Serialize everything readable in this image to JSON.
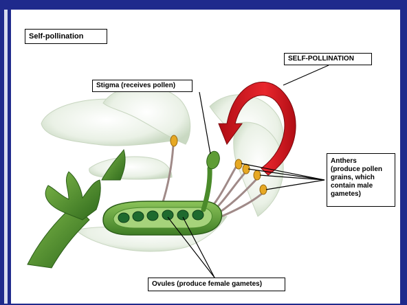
{
  "title": "Self-pollination",
  "labels": {
    "self_pollination": "SELF-POLLINATION",
    "stigma": "Stigma (receives pollen)",
    "anthers": [
      "Anthers",
      "(produce pollen",
      "grains, which",
      "contain male",
      "gametes)"
    ],
    "ovules": "Ovules (produce female gametes)"
  },
  "colors": {
    "frame": "#1f2a8c",
    "arrow": "#d9141b",
    "petal": "#e6efe2",
    "stem": "#4d8a2a",
    "ovule": "#1e6a2e",
    "filament": "#a08a88",
    "anther": "#e6a823"
  }
}
